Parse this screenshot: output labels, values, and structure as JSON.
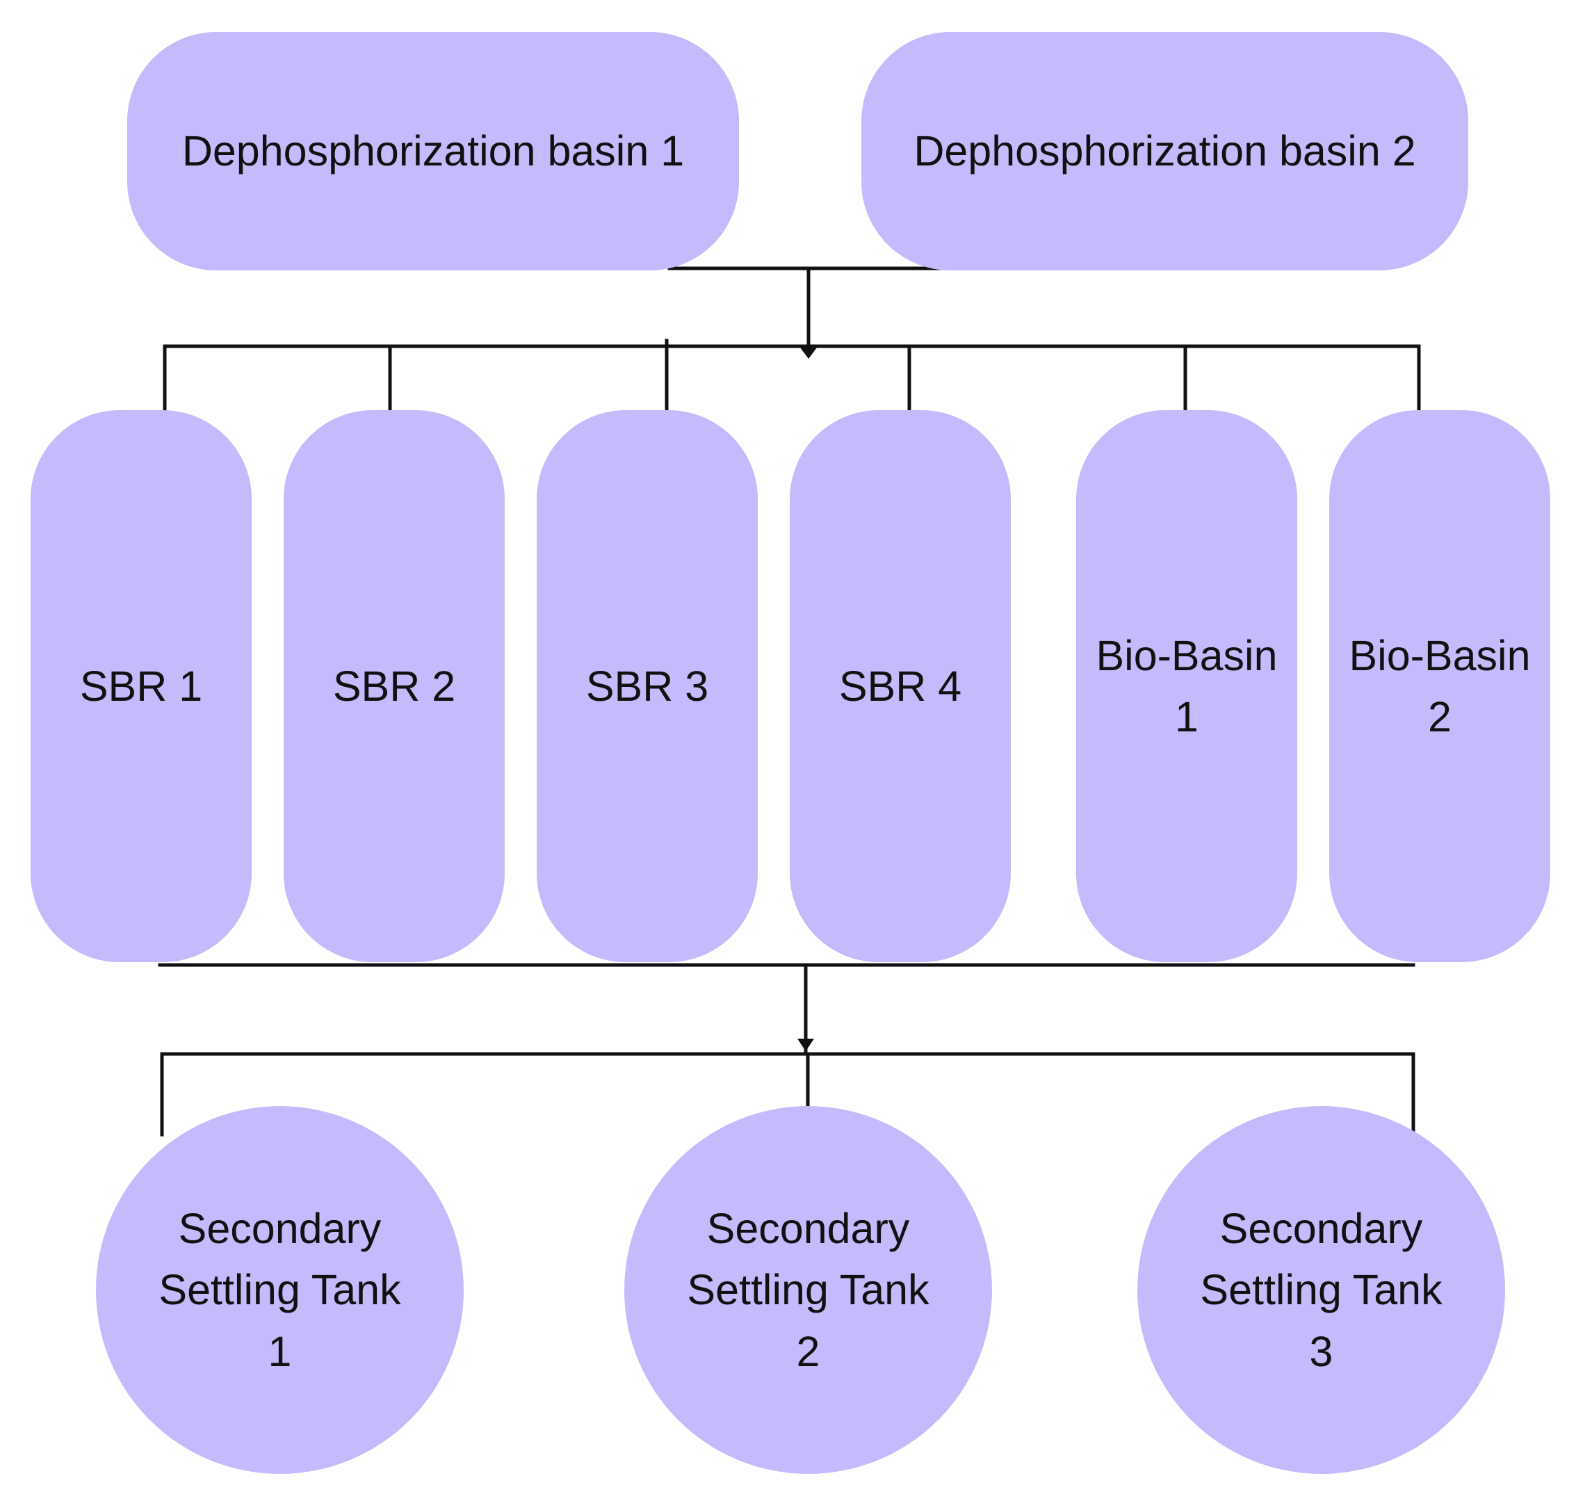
{
  "colors": {
    "node_fill": "#c6b9fc",
    "line": "#111111",
    "text": "#111111"
  },
  "diagram": {
    "top_row": [
      {
        "label": "Dephosphorization basin 1"
      },
      {
        "label": "Dephosphorization basin 2"
      }
    ],
    "middle_row": [
      {
        "label": "SBR 1"
      },
      {
        "label": "SBR 2"
      },
      {
        "label": "SBR 3"
      },
      {
        "label": "SBR 4"
      },
      {
        "label": "Bio-Basin\n1"
      },
      {
        "label": "Bio-Basin\n2"
      }
    ],
    "bottom_row": [
      {
        "label": "Secondary\nSettling Tank\n1"
      },
      {
        "label": "Secondary\nSettling Tank\n2"
      },
      {
        "label": "Secondary\nSettling Tank\n3"
      }
    ],
    "flow": [
      {
        "from": "top_row",
        "to": "middle_row"
      },
      {
        "from": "middle_row",
        "to": "bottom_row"
      }
    ]
  }
}
